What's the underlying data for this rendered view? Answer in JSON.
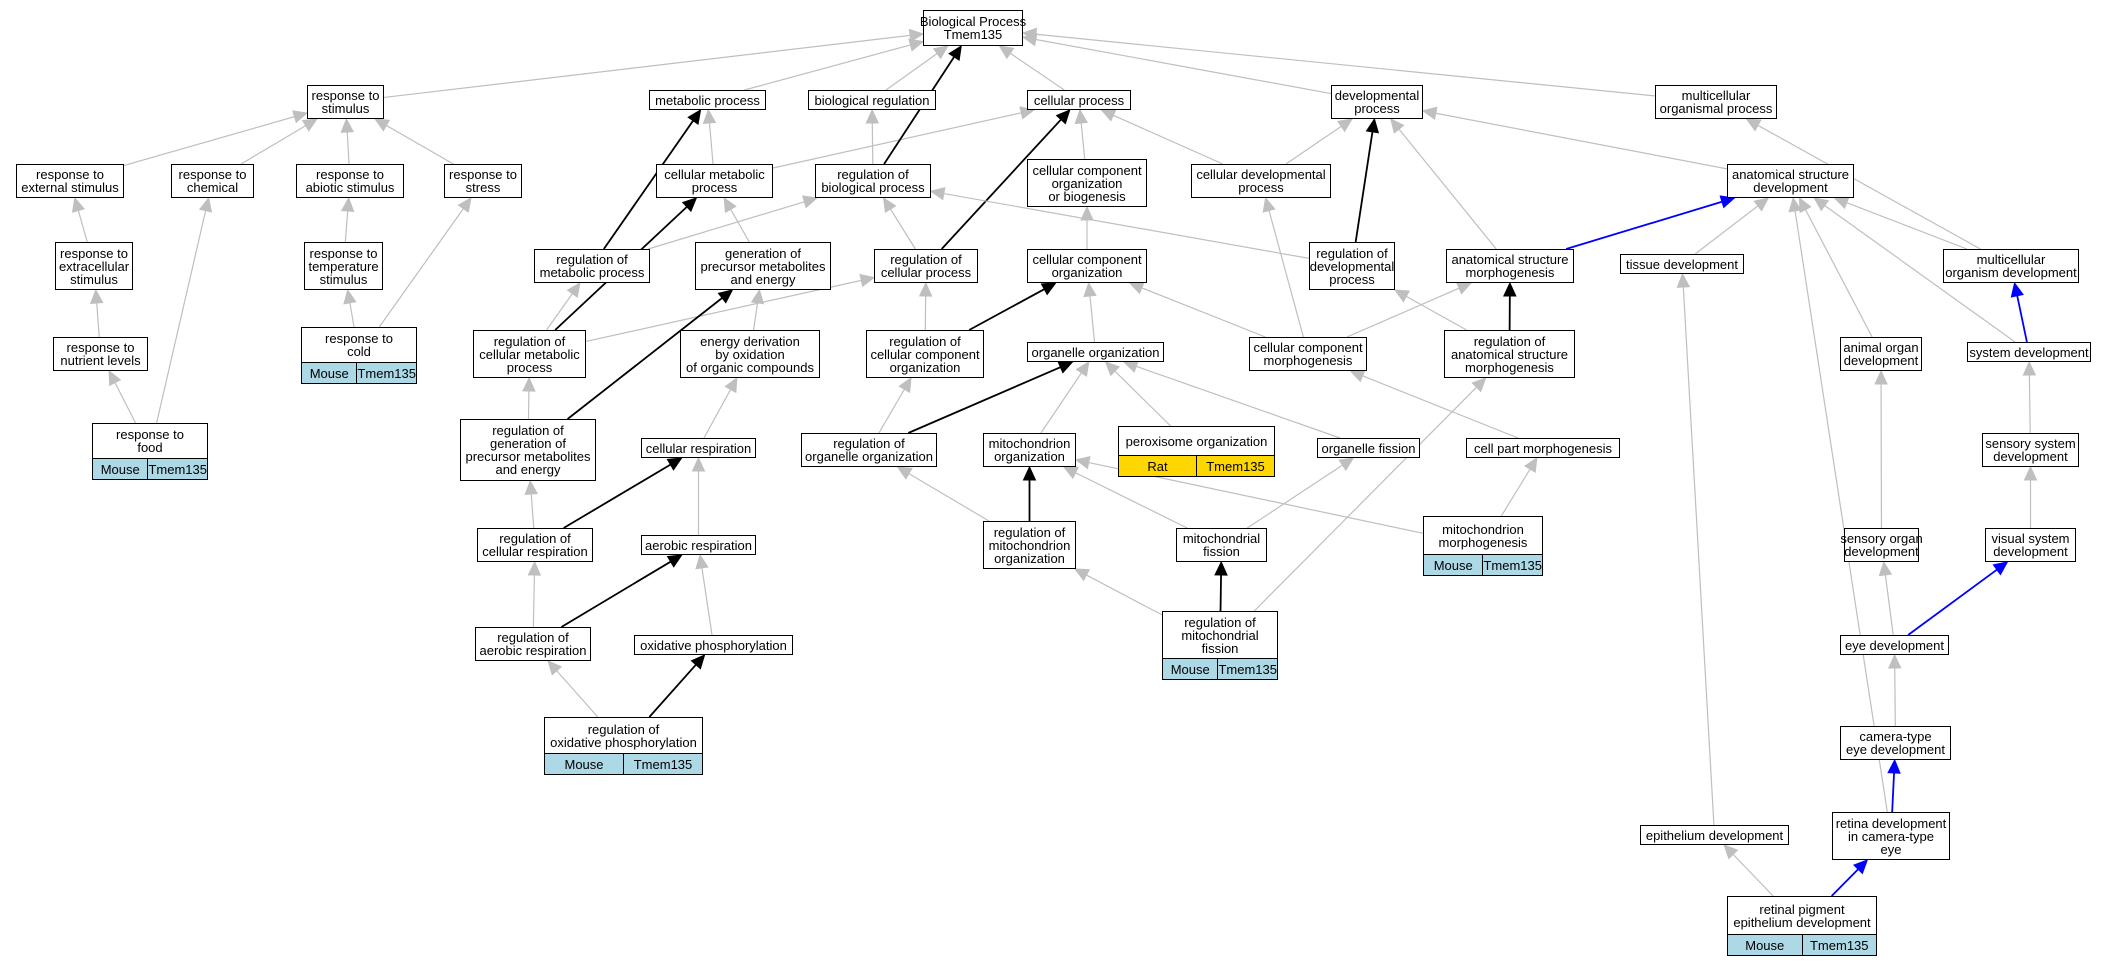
{
  "colors": {
    "edge_default": "#bfbfbf",
    "edge_regulates": "#000000",
    "edge_part_of": "#0000ff",
    "tag_mouse": "#add8e6",
    "tag_rat": "#ffd700",
    "border": "#000000"
  },
  "nodes": [
    {
      "id": "bp",
      "label": [
        "Biological Process",
        "Tmem135"
      ]
    },
    {
      "id": "rts",
      "label": [
        "response to",
        "stimulus"
      ]
    },
    {
      "id": "mp",
      "label": [
        "metabolic process"
      ]
    },
    {
      "id": "breg",
      "label": [
        "biological regulation"
      ]
    },
    {
      "id": "cp",
      "label": [
        "cellular process"
      ]
    },
    {
      "id": "dp",
      "label": [
        "developmental",
        "process"
      ]
    },
    {
      "id": "mop",
      "label": [
        "multicellular",
        "organismal process"
      ]
    },
    {
      "id": "rtes",
      "label": [
        "response to",
        "external stimulus"
      ]
    },
    {
      "id": "rtc",
      "label": [
        "response to",
        "chemical"
      ]
    },
    {
      "id": "rtas",
      "label": [
        "response to",
        "abiotic stimulus"
      ]
    },
    {
      "id": "rtst",
      "label": [
        "response to",
        "stress"
      ]
    },
    {
      "id": "cmp",
      "label": [
        "cellular metabolic",
        "process"
      ]
    },
    {
      "id": "rbp",
      "label": [
        "regulation of",
        "biological process"
      ]
    },
    {
      "id": "ccob",
      "label": [
        "cellular component",
        "organization",
        "or biogenesis"
      ]
    },
    {
      "id": "cdp",
      "label": [
        "cellular developmental",
        "process"
      ]
    },
    {
      "id": "asd",
      "label": [
        "anatomical structure",
        "development"
      ]
    },
    {
      "id": "rtesx",
      "label": [
        "response to",
        "extracellular",
        "stimulus"
      ]
    },
    {
      "id": "rtt",
      "label": [
        "response to",
        "temperature",
        "stimulus"
      ]
    },
    {
      "id": "rmp",
      "label": [
        "regulation of",
        "metabolic process"
      ]
    },
    {
      "id": "gpme",
      "label": [
        "generation of",
        "precursor metabolites",
        "and energy"
      ]
    },
    {
      "id": "rcp",
      "label": [
        "regulation of",
        "cellular process"
      ]
    },
    {
      "id": "cco",
      "label": [
        "cellular component",
        "organization"
      ]
    },
    {
      "id": "rdp",
      "label": [
        "regulation of",
        "developmental",
        "process"
      ]
    },
    {
      "id": "asm",
      "label": [
        "anatomical structure",
        "morphogenesis"
      ]
    },
    {
      "id": "td",
      "label": [
        "tissue development"
      ]
    },
    {
      "id": "mod",
      "label": [
        "multicellular",
        "organism development"
      ]
    },
    {
      "id": "rtnl",
      "label": [
        "response to",
        "nutrient levels"
      ]
    },
    {
      "id": "rtcold",
      "label": [
        "response to",
        "cold"
      ],
      "tags": [
        "Mouse",
        "Tmem135"
      ],
      "tag_color": "#add8e6"
    },
    {
      "id": "rcmp",
      "label": [
        "regulation of",
        "cellular metabolic",
        "process"
      ]
    },
    {
      "id": "edoc",
      "label": [
        "energy derivation",
        "by oxidation",
        "of organic compounds"
      ]
    },
    {
      "id": "rcco",
      "label": [
        "regulation of",
        "cellular component",
        "organization"
      ]
    },
    {
      "id": "oo",
      "label": [
        "organelle organization"
      ]
    },
    {
      "id": "ccm",
      "label": [
        "cellular component",
        "morphogenesis"
      ]
    },
    {
      "id": "rasm",
      "label": [
        "regulation of",
        "anatomical structure",
        "morphogenesis"
      ]
    },
    {
      "id": "aod",
      "label": [
        "animal organ",
        "development"
      ]
    },
    {
      "id": "sd",
      "label": [
        "system development"
      ]
    },
    {
      "id": "rtf",
      "label": [
        "response to",
        "food"
      ],
      "tags": [
        "Mouse",
        "Tmem135"
      ],
      "tag_color": "#add8e6"
    },
    {
      "id": "rgpme",
      "label": [
        "regulation of",
        "generation of",
        "precursor metabolites",
        "and energy"
      ]
    },
    {
      "id": "cr",
      "label": [
        "cellular respiration"
      ]
    },
    {
      "id": "roo",
      "label": [
        "regulation of",
        "organelle organization"
      ]
    },
    {
      "id": "mo",
      "label": [
        "mitochondrion",
        "organization"
      ]
    },
    {
      "id": "po",
      "label": [
        "peroxisome organization"
      ],
      "tags": [
        "Rat",
        "Tmem135"
      ],
      "tag_color": "#ffd700"
    },
    {
      "id": "of",
      "label": [
        "organelle fission"
      ]
    },
    {
      "id": "cpm",
      "label": [
        "cell part morphogenesis"
      ]
    },
    {
      "id": "ssd",
      "label": [
        "sensory system",
        "development"
      ]
    },
    {
      "id": "rcr",
      "label": [
        "regulation of",
        "cellular respiration"
      ]
    },
    {
      "id": "ar",
      "label": [
        "aerobic respiration"
      ]
    },
    {
      "id": "rmo",
      "label": [
        "regulation of",
        "mitochondrion",
        "organization"
      ]
    },
    {
      "id": "mf",
      "label": [
        "mitochondrial",
        "fission"
      ]
    },
    {
      "id": "mm",
      "label": [
        "mitochondrion",
        "morphogenesis"
      ],
      "tags": [
        "Mouse",
        "Tmem135"
      ],
      "tag_color": "#add8e6"
    },
    {
      "id": "sod",
      "label": [
        "sensory organ",
        "development"
      ]
    },
    {
      "id": "vsd",
      "label": [
        "visual system",
        "development"
      ]
    },
    {
      "id": "rar",
      "label": [
        "regulation of",
        "aerobic respiration"
      ]
    },
    {
      "id": "op",
      "label": [
        "oxidative phosphorylation"
      ]
    },
    {
      "id": "rmf",
      "label": [
        "regulation of",
        "mitochondrial",
        "fission"
      ],
      "tags": [
        "Mouse",
        "Tmem135"
      ],
      "tag_color": "#add8e6"
    },
    {
      "id": "ed",
      "label": [
        "eye development"
      ]
    },
    {
      "id": "rop",
      "label": [
        "regulation of",
        "oxidative phosphorylation"
      ],
      "tags": [
        "Mouse",
        "Tmem135"
      ],
      "tag_color": "#add8e6"
    },
    {
      "id": "cted",
      "label": [
        "camera-type",
        "eye development"
      ]
    },
    {
      "id": "epd",
      "label": [
        "epithelium development"
      ]
    },
    {
      "id": "rdcte",
      "label": [
        "retina development",
        "in camera-type",
        "eye"
      ]
    },
    {
      "id": "rped",
      "label": [
        "retinal pigment",
        "epithelium development"
      ],
      "tags": [
        "Mouse",
        "Tmem135"
      ],
      "tag_color": "#add8e6"
    }
  ],
  "edges": [
    [
      "rts",
      "bp",
      "g"
    ],
    [
      "mp",
      "bp",
      "g"
    ],
    [
      "breg",
      "bp",
      "g"
    ],
    [
      "cp",
      "bp",
      "g"
    ],
    [
      "dp",
      "bp",
      "g"
    ],
    [
      "mop",
      "bp",
      "g"
    ],
    [
      "rtes",
      "rts",
      "g"
    ],
    [
      "rtc",
      "rts",
      "g"
    ],
    [
      "rtas",
      "rts",
      "g"
    ],
    [
      "rtst",
      "rts",
      "g"
    ],
    [
      "cmp",
      "mp",
      "g"
    ],
    [
      "cmp",
      "cp",
      "g"
    ],
    [
      "rbp",
      "breg",
      "g"
    ],
    [
      "rbp",
      "bp",
      "k"
    ],
    [
      "ccob",
      "cp",
      "g"
    ],
    [
      "cdp",
      "cp",
      "g"
    ],
    [
      "cdp",
      "dp",
      "g"
    ],
    [
      "asd",
      "dp",
      "g"
    ],
    [
      "mod",
      "mop",
      "g"
    ],
    [
      "rtesx",
      "rtes",
      "g"
    ],
    [
      "rtt",
      "rtas",
      "g"
    ],
    [
      "rmp",
      "rbp",
      "g"
    ],
    [
      "rmp",
      "mp",
      "k"
    ],
    [
      "gpme",
      "cmp",
      "g"
    ],
    [
      "rcp",
      "rbp",
      "g"
    ],
    [
      "rcp",
      "cp",
      "k"
    ],
    [
      "cco",
      "ccob",
      "g"
    ],
    [
      "rdp",
      "rbp",
      "g"
    ],
    [
      "rdp",
      "dp",
      "k"
    ],
    [
      "asm",
      "dp",
      "g"
    ],
    [
      "asm",
      "asd",
      "b"
    ],
    [
      "td",
      "asd",
      "g"
    ],
    [
      "mod",
      "asd",
      "g"
    ],
    [
      "rtnl",
      "rtesx",
      "g"
    ],
    [
      "rtcold",
      "rtt",
      "g"
    ],
    [
      "rtcold",
      "rtst",
      "g"
    ],
    [
      "rcmp",
      "rmp",
      "g"
    ],
    [
      "rcmp",
      "rcp",
      "g"
    ],
    [
      "rcmp",
      "cmp",
      "k"
    ],
    [
      "edoc",
      "gpme",
      "g"
    ],
    [
      "rcco",
      "rcp",
      "g"
    ],
    [
      "rcco",
      "cco",
      "k"
    ],
    [
      "oo",
      "cco",
      "g"
    ],
    [
      "ccm",
      "cco",
      "g"
    ],
    [
      "ccm",
      "cdp",
      "g"
    ],
    [
      "ccm",
      "asm",
      "g"
    ],
    [
      "rasm",
      "rdp",
      "g"
    ],
    [
      "rasm",
      "asm",
      "k"
    ],
    [
      "aod",
      "asd",
      "g"
    ],
    [
      "sd",
      "asd",
      "g"
    ],
    [
      "sd",
      "mod",
      "b"
    ],
    [
      "rtf",
      "rtnl",
      "g"
    ],
    [
      "rtf",
      "rtc",
      "g"
    ],
    [
      "rgpme",
      "rcmp",
      "g"
    ],
    [
      "rgpme",
      "gpme",
      "k"
    ],
    [
      "cr",
      "edoc",
      "g"
    ],
    [
      "roo",
      "rcco",
      "g"
    ],
    [
      "roo",
      "oo",
      "k"
    ],
    [
      "mo",
      "oo",
      "g"
    ],
    [
      "po",
      "oo",
      "g"
    ],
    [
      "of",
      "oo",
      "g"
    ],
    [
      "cpm",
      "ccm",
      "g"
    ],
    [
      "ssd",
      "sd",
      "g"
    ],
    [
      "rcr",
      "rgpme",
      "g"
    ],
    [
      "rcr",
      "cr",
      "k"
    ],
    [
      "ar",
      "cr",
      "g"
    ],
    [
      "rmo",
      "roo",
      "g"
    ],
    [
      "rmo",
      "mo",
      "k"
    ],
    [
      "mf",
      "mo",
      "g"
    ],
    [
      "mf",
      "of",
      "g"
    ],
    [
      "mm",
      "mo",
      "g"
    ],
    [
      "mm",
      "cpm",
      "g"
    ],
    [
      "sod",
      "aod",
      "g"
    ],
    [
      "vsd",
      "ssd",
      "g"
    ],
    [
      "rar",
      "rcr",
      "g"
    ],
    [
      "rar",
      "ar",
      "k"
    ],
    [
      "op",
      "ar",
      "g"
    ],
    [
      "rmf",
      "rmo",
      "g"
    ],
    [
      "rmf",
      "mf",
      "k"
    ],
    [
      "rmf",
      "rasm",
      "g"
    ],
    [
      "ed",
      "sod",
      "g"
    ],
    [
      "ed",
      "vsd",
      "b"
    ],
    [
      "rop",
      "rar",
      "g"
    ],
    [
      "rop",
      "op",
      "k"
    ],
    [
      "cted",
      "ed",
      "g"
    ],
    [
      "rdcte",
      "cted",
      "b"
    ],
    [
      "rdcte",
      "asd",
      "g"
    ],
    [
      "epd",
      "td",
      "g"
    ],
    [
      "rped",
      "epd",
      "g"
    ],
    [
      "rped",
      "rdcte",
      "b"
    ]
  ]
}
